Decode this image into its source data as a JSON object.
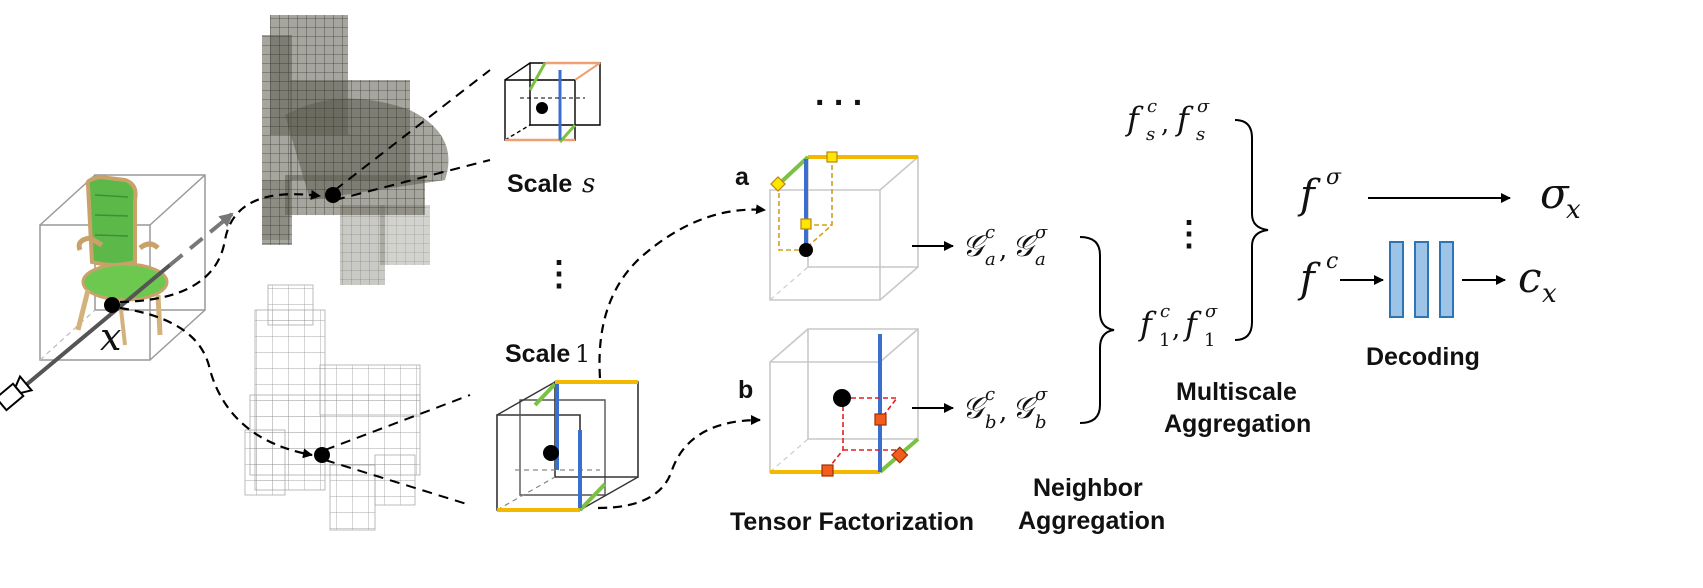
{
  "labels": {
    "scale_s": "Scale",
    "scale_s_var": "s",
    "scale_1": "Scale",
    "scale_1_var": "1",
    "a": "a",
    "b": "b",
    "tensor_factorization": "Tensor Factorization",
    "neighbor_aggregation_1": "Neighbor",
    "neighbor_aggregation_2": "Aggregation",
    "multiscale_1": "Multiscale",
    "multiscale_2": "Aggregation",
    "decoding": "Decoding",
    "point_x": "x"
  },
  "math": {
    "g_a": "𝒢",
    "g_a_c_sup": "c",
    "g_a_c_sub": "a",
    "g_a_sigma_sup": "σ",
    "g_a_sigma_sub": "a",
    "g_b": "𝒢",
    "g_b_c_sup": "c",
    "g_b_c_sub": "b",
    "g_b_sigma_sup": "σ",
    "g_b_sigma_sub": "b",
    "fs": "f",
    "fs_c_sup": "c",
    "fs_sub": "s",
    "fs_sigma_sup": "σ",
    "f1": "f",
    "f1_c_sup": "c",
    "f1_sub": "1",
    "f1_sigma_sup": "σ",
    "f_sigma": "f",
    "f_sigma_sup": "σ",
    "f_c": "f",
    "f_c_sup": "c",
    "sigma_x": "σ",
    "sigma_x_sub": "x",
    "c_x": "c",
    "c_x_sub": "x",
    "comma": ","
  },
  "ellipsis": {
    "top": ". . .",
    "vertical": "⋮"
  },
  "colors": {
    "yellow_edge": "#f5b800",
    "green_edge": "#7cc242",
    "blue_edge": "#3a6fd0",
    "orange_edge": "#f0a070",
    "red_marker": "#f25c1e",
    "yellow_marker": "#ffe600",
    "decoder_fill": "#9dc3e6",
    "decoder_stroke": "#2e75b6",
    "chair_green": "#5db84a",
    "chair_wood": "#d4b27c"
  }
}
